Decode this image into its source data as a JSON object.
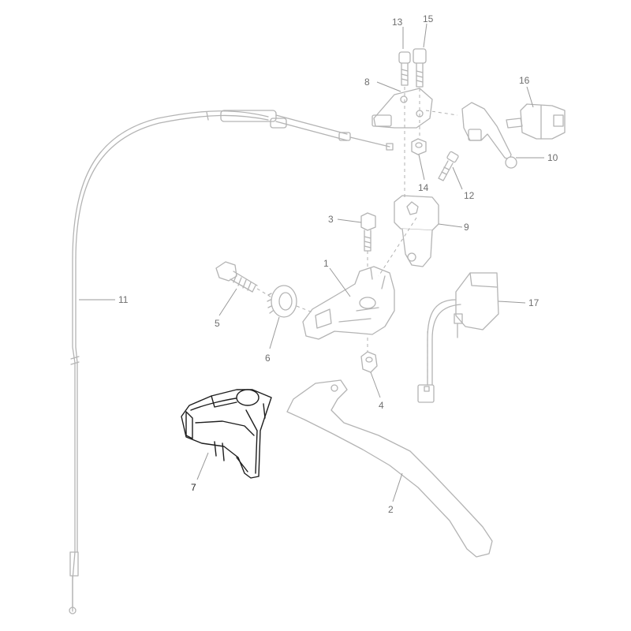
{
  "callouts": {
    "c1": "1",
    "c2": "2",
    "c3": "3",
    "c4": "4",
    "c5": "5",
    "c6": "6",
    "c7": "7",
    "c8": "8",
    "c9": "9",
    "c10": "10",
    "c11": "11",
    "c12": "12",
    "c13": "13",
    "c14": "14",
    "c15": "15",
    "c16": "16",
    "c17": "17"
  },
  "colors": {
    "faded_parts": "#b4b4b4",
    "highlighted_part": "#1e1e1e",
    "background": "#ffffff"
  }
}
